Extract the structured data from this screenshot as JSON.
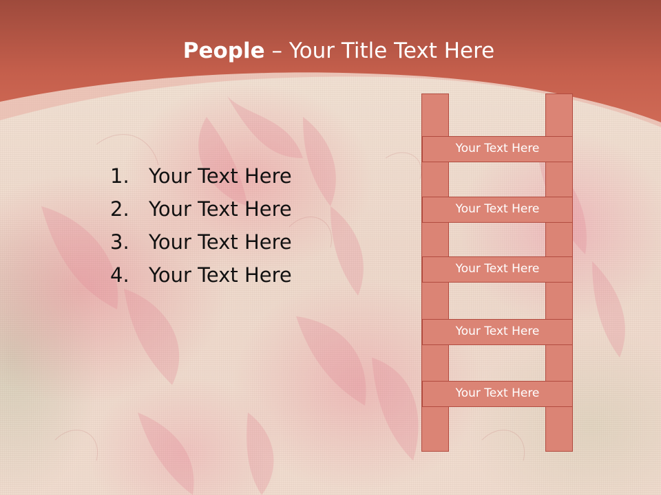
{
  "slide": {
    "title_bold": "People",
    "title_rest": " – Your Title Text Here",
    "list": [
      {
        "number": "1.",
        "text": "Your Text Here"
      },
      {
        "number": "2.",
        "text": "Your Text Here"
      },
      {
        "number": "3.",
        "text": "Your Text Here"
      },
      {
        "number": "4.",
        "text": "Your Text Here"
      }
    ],
    "ladder_steps": [
      "Your Text Here",
      "Your Text Here",
      "Your Text Here",
      "Your Text Here",
      "Your Text Here"
    ]
  },
  "colors": {
    "header": "#c8614f",
    "ladder_fill": "#db8475",
    "ladder_border": "#b14b3f",
    "title_text": "#ffffff",
    "body_text": "#111111"
  }
}
